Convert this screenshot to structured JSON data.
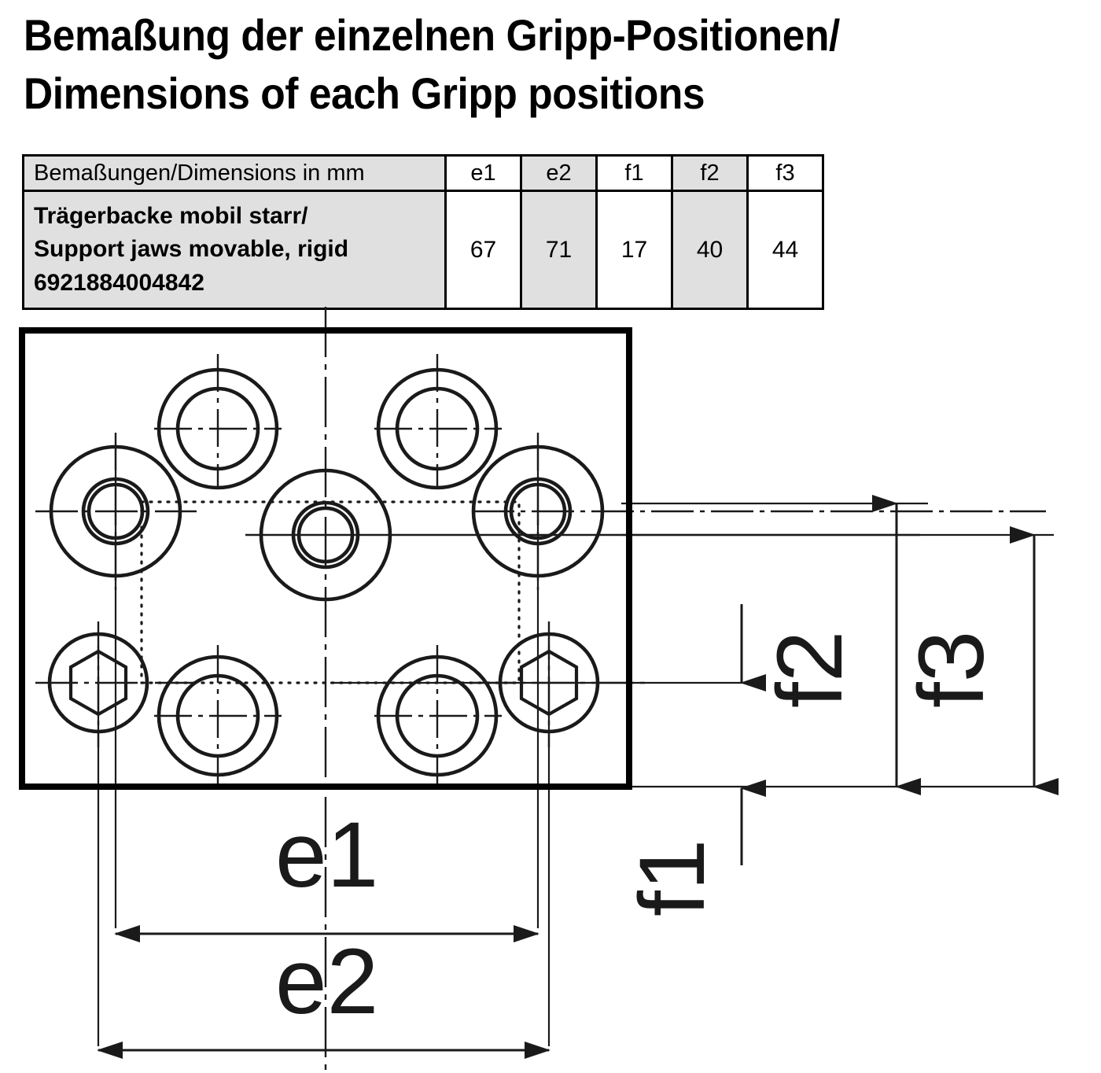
{
  "title": {
    "line1": "Bemaßung der einzelnen Gripp-Positionen/",
    "line2": "Dimensions of each Gripp positions"
  },
  "table": {
    "header": {
      "label": "Bemaßungen/Dimensions in mm",
      "columns": [
        "e1",
        "e2",
        "f1",
        "f2",
        "f3"
      ]
    },
    "rows": [
      {
        "label_line1": "Trägerbacke mobil starr/",
        "label_line2": "Support jaws movable, rigid",
        "label_line3": "6921884004842",
        "values": [
          "67",
          "71",
          "17",
          "40",
          "44"
        ]
      }
    ],
    "shading": {
      "label_cell": "#e0e0e0",
      "shaded_column": "#e0e0e0",
      "plain_column": "#ffffff",
      "border": "#000000"
    }
  },
  "drawing": {
    "dimension_labels": {
      "e1": "e1",
      "e2": "e2",
      "f1": "f1",
      "f2": "f2",
      "f3": "f3"
    },
    "units": "mm",
    "line_color": "#1a1a1a",
    "outline_color": "#000000"
  }
}
